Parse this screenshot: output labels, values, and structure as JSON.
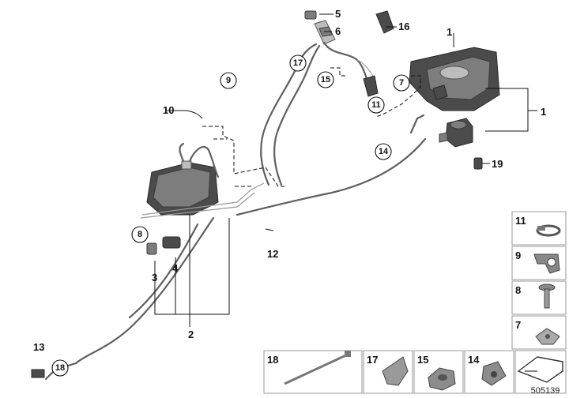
{
  "labels": {
    "l1": "1",
    "l1b": "1",
    "l2": "2",
    "l3": "3",
    "l4": "4",
    "l5": "5",
    "l6": "6",
    "l7": "7",
    "l8": "8",
    "l9": "9",
    "l10": "10",
    "l11": "11",
    "l12": "12",
    "l13": "13",
    "l14": "14",
    "l15": "15",
    "l16": "16",
    "l17": "17",
    "l18": "18",
    "l19": "19"
  },
  "legend": {
    "side": [
      "11",
      "9",
      "8",
      "7"
    ],
    "bottom": [
      "18",
      "17",
      "15",
      "14"
    ]
  },
  "reference_number": "505139"
}
